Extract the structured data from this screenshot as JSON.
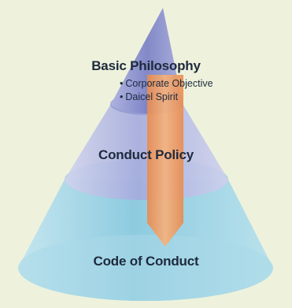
{
  "diagram": {
    "layers": [
      {
        "title": "Basic Philosophy",
        "items": [
          "Corporate Objective",
          "Daicel Spirit"
        ]
      },
      {
        "title": "Conduct Policy"
      },
      {
        "title": "Code of Conduct"
      }
    ],
    "colors": {
      "background": "#eef2dc",
      "top_layer": "#8f96cf",
      "middle_layer": "#b4b9e2",
      "bottom_layer": "#9fd4e4",
      "arrow": "#f4a56a",
      "text": "#1e2a3d"
    }
  }
}
